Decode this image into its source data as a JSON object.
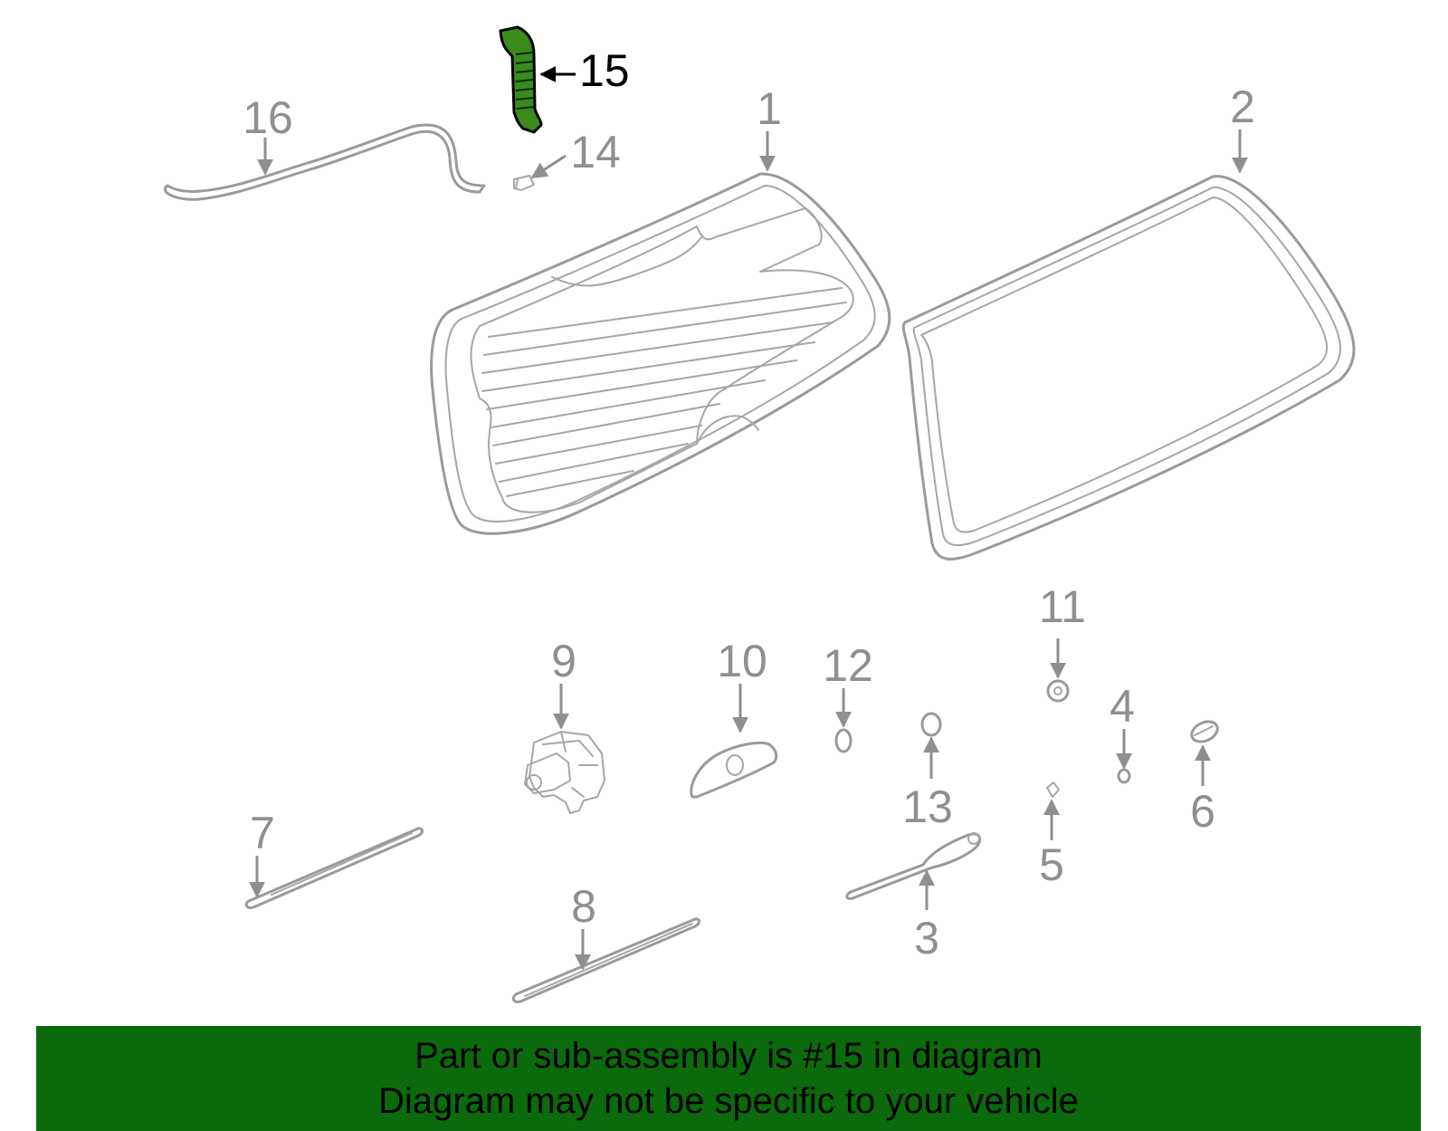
{
  "diagram": {
    "highlight_color": "#3a8a1c",
    "line_color": "#9a9a9a",
    "callouts": {
      "c1": "1",
      "c2": "2",
      "c3": "3",
      "c4": "4",
      "c5": "5",
      "c6": "6",
      "c7": "7",
      "c8": "8",
      "c9": "9",
      "c10": "10",
      "c11": "11",
      "c12": "12",
      "c13": "13",
      "c14": "14",
      "c15": "15",
      "c16": "16"
    }
  },
  "banner": {
    "background": "#0b6a0b",
    "line1": "Part or sub-assembly is #15 in diagram",
    "line2": "Diagram may not be specific to your vehicle"
  }
}
